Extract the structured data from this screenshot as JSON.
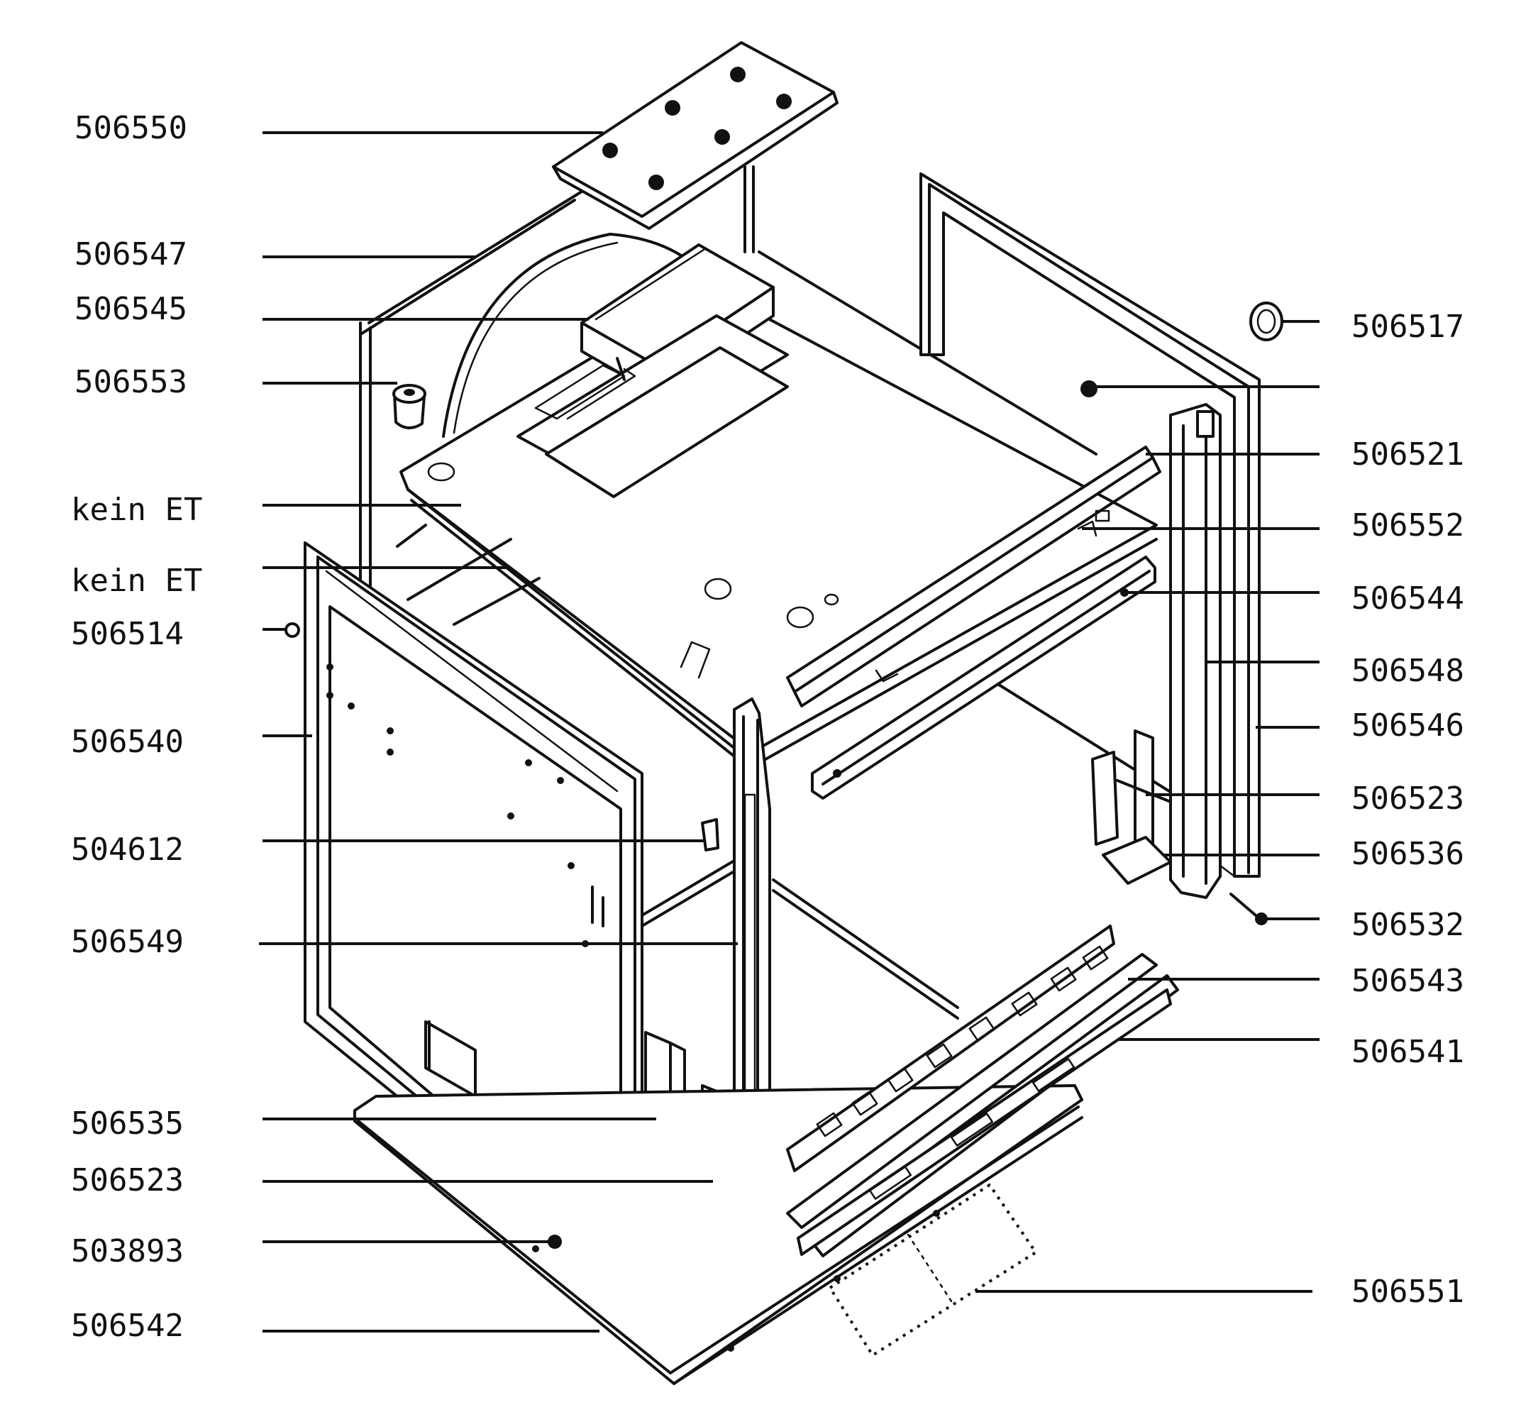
{
  "diagram": {
    "callouts_left": [
      {
        "id": "506550"
      },
      {
        "id": "506547"
      },
      {
        "id": "506545"
      },
      {
        "id": "506553"
      },
      {
        "id": "kein ET"
      },
      {
        "id": "kein ET"
      },
      {
        "id": "506514"
      },
      {
        "id": "506540"
      },
      {
        "id": "504612"
      },
      {
        "id": "506549"
      },
      {
        "id": "506535"
      },
      {
        "id": "506523"
      },
      {
        "id": "503893"
      },
      {
        "id": "506542"
      }
    ],
    "callouts_right": [
      {
        "id": "506517"
      },
      {
        "id": "506521"
      },
      {
        "id": "506552"
      },
      {
        "id": "506544"
      },
      {
        "id": "506548"
      },
      {
        "id": "506546"
      },
      {
        "id": "506523"
      },
      {
        "id": "506536"
      },
      {
        "id": "506532"
      },
      {
        "id": "506543"
      },
      {
        "id": "506541"
      },
      {
        "id": "506551"
      }
    ],
    "line_color": "#111111",
    "background": "#ffffff"
  }
}
